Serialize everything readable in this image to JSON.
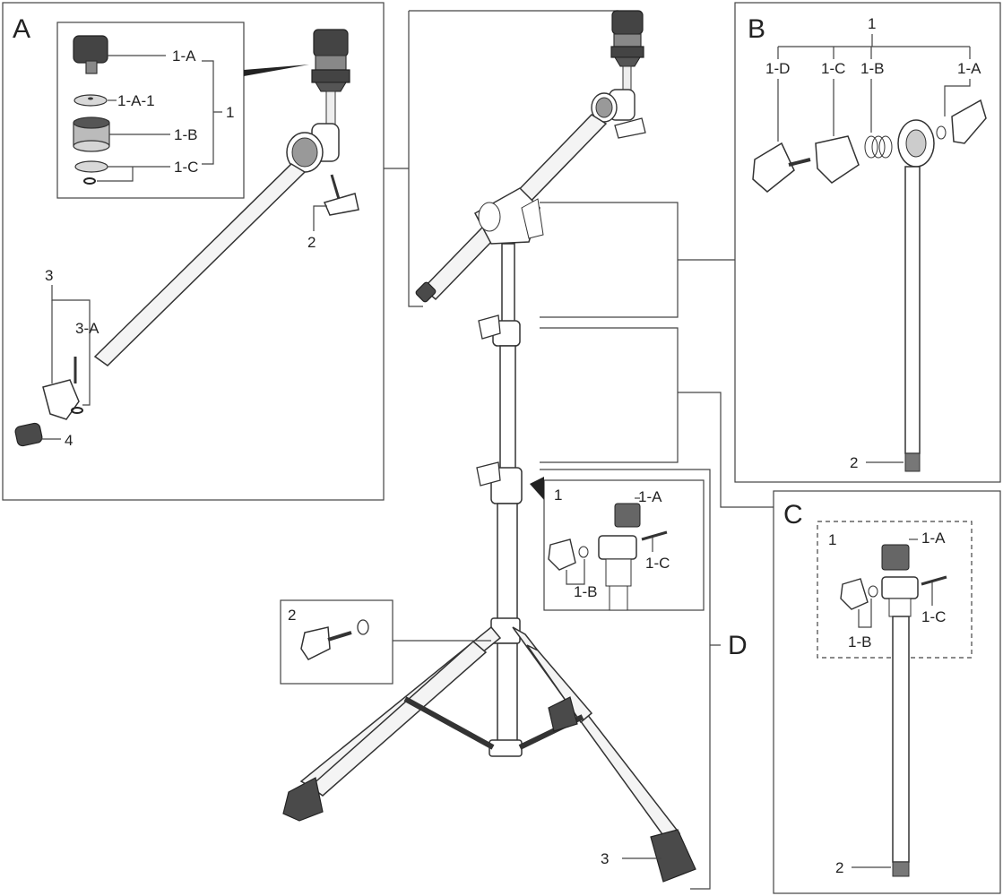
{
  "panels": {
    "A": {
      "letter": "A",
      "labels": {
        "p1": "1",
        "p1A": "1-A",
        "p1A1": "1-A-1",
        "p1B": "1-B",
        "p1C": "1-C",
        "p2": "2",
        "p3": "3",
        "p3A": "3-A",
        "p4": "4"
      }
    },
    "B": {
      "letter": "B",
      "labels": {
        "p1": "1",
        "p1D": "1-D",
        "p1C": "1-C",
        "p1B": "1-B",
        "p1A": "1-A",
        "p2": "2"
      }
    },
    "C": {
      "letter": "C",
      "labels": {
        "p1": "1",
        "p1A": "1-A",
        "p1B": "1-B",
        "p1C": "1-C",
        "p2": "2"
      }
    },
    "D": {
      "letter": "D",
      "labels": {
        "p1": "1",
        "p1A": "1-A",
        "p1B": "1-B",
        "p1C": "1-C"
      }
    }
  },
  "center": {
    "labels": {
      "p2": "2",
      "p3": "3"
    }
  }
}
